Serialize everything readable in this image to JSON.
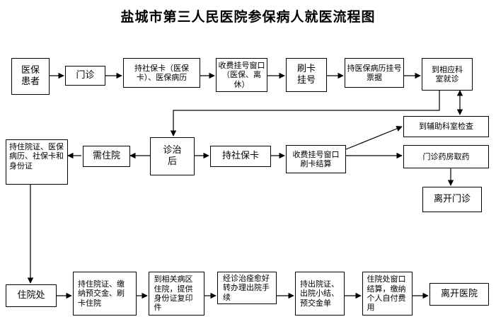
{
  "title": "盐城市第三人民医院参保病人就医流程图",
  "colors": {
    "stroke": "#000000",
    "background": "#ffffff"
  },
  "outpatient_row": {
    "patient": "医保患者",
    "outpatient": "门诊",
    "bring_card": "持社保卡（医保卡）、医保病历",
    "registration_window": "收费挂号窗口（医保、离休）",
    "swipe_card": "刷卡挂号",
    "bring_receipt": "持医保病历挂号票据",
    "go_department": "到相应科室就诊"
  },
  "treatment_row": {
    "aux_exam": "到辅助科室检查",
    "after_treatment": "诊治后",
    "need_admission": "需住院",
    "admission_docs": "持住院证、医保病历、社保卡和身份证",
    "bring_social_card": "持社保卡",
    "settlement_window": "收费挂号窗口刷卡结算",
    "pharmacy": "门诊药房取药",
    "leave_outpatient": "离开门诊"
  },
  "inpatient_row": {
    "inpatient": "住院处",
    "bring_admission": "持住院证、缴纳预交金、刷卡住院",
    "ward": "到相关病区住院，提供身份证复印件",
    "discharge_procedure": "经诊治痊愈好转办理出院手续",
    "bring_discharge": "持出院证、出院小结、预交金单",
    "discharge_settlement": "住院处窗口结算，缴纳个人自付费用",
    "leave_hospital": "离开医院"
  }
}
